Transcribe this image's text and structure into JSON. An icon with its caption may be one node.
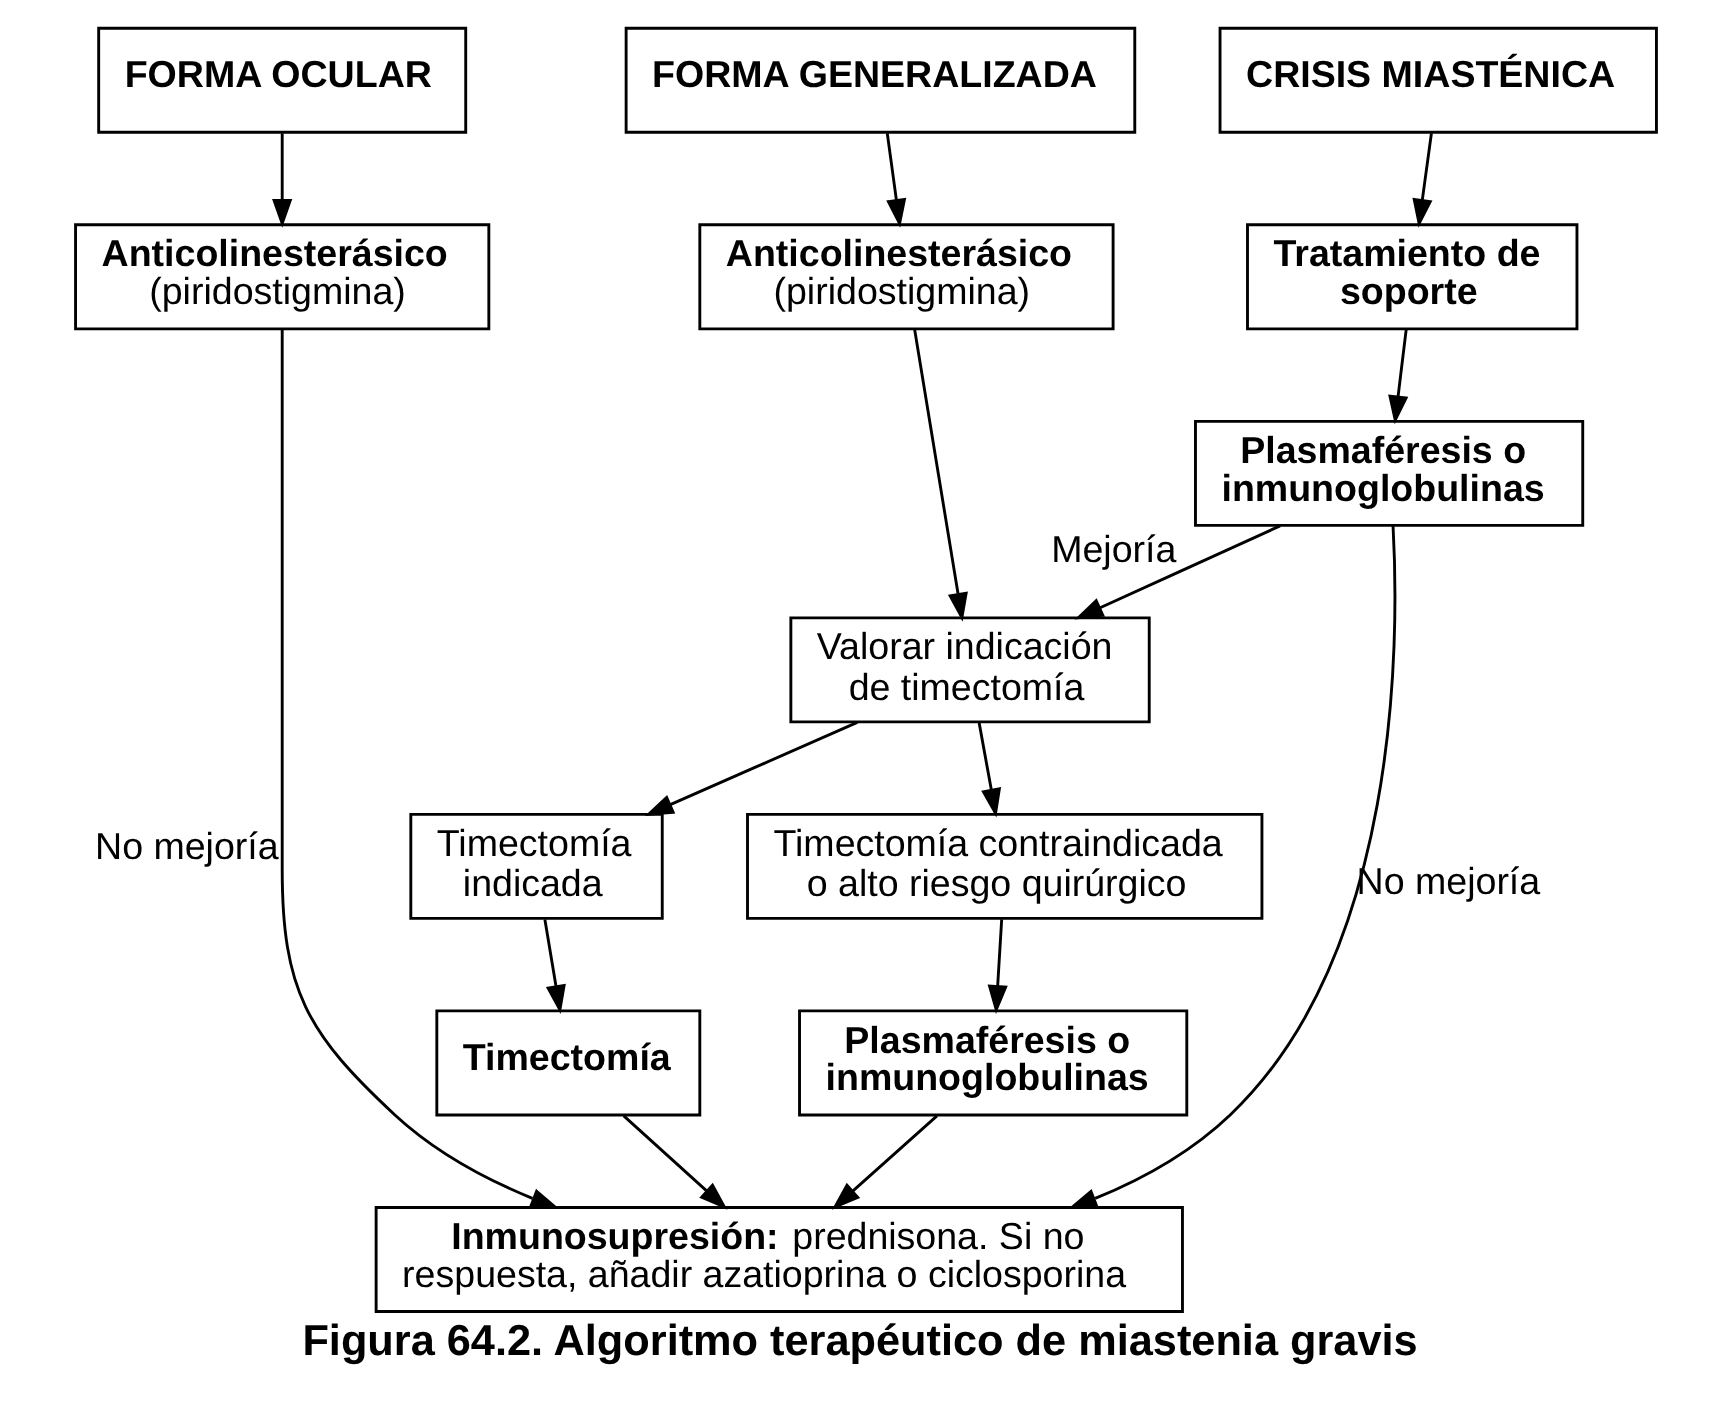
{
  "diagram": {
    "caption": "Figura 64.2. Algoritmo terapéutico de miastenia gravis",
    "nodes": [
      {
        "text": [
          "FORMA OCULAR"
        ]
      },
      {
        "text": [
          "FORMA GENERALIZADA"
        ]
      },
      {
        "text": [
          "CRISIS MIASTÉNICA"
        ]
      },
      {
        "text": [
          "Anticolinesterásico",
          "(piridostigmina)"
        ]
      },
      {
        "text": [
          "Anticolinesterásico",
          "(piridostigmina)"
        ]
      },
      {
        "text": [
          "Tratamiento de soporte"
        ]
      },
      {
        "text": [
          "Plasmaféresis o inmunoglobulinas"
        ]
      },
      {
        "text": [
          "Valorar indicación de timectomía"
        ]
      },
      {
        "text": [
          "Timectomía indicada"
        ]
      },
      {
        "text": [
          "Timectomía contraindicada o alto riesgo quirúrgico"
        ]
      },
      {
        "text": [
          "Timectomía"
        ]
      },
      {
        "text": [
          "Plasmaféresis o inmunoglobulinas"
        ]
      },
      {
        "text": [
          "**Inmunosupresión:** prednisona. Si no respuesta, añadir azatioprina o ciclosporina"
        ]
      }
    ],
    "edges": [
      {
        "from": 0,
        "to": 3,
        "arrow": "to"
      },
      {
        "from": 1,
        "to": 4,
        "arrow": "to"
      },
      {
        "from": 2,
        "to": 5,
        "arrow": "to"
      },
      {
        "from": 5,
        "to": 6,
        "arrow": "to"
      },
      {
        "from": 4,
        "to": 7,
        "arrow": "to"
      },
      {
        "from": 6,
        "to": 7,
        "arrow": "to",
        "label": "Mejoría"
      },
      {
        "from": 7,
        "to": 8,
        "arrow": "to"
      },
      {
        "from": 7,
        "to": 9,
        "arrow": "to"
      },
      {
        "from": 8,
        "to": 10,
        "arrow": "to"
      },
      {
        "from": 9,
        "to": 11,
        "arrow": "to"
      },
      {
        "from": 3,
        "to": 12,
        "arrow": "to",
        "label": "No mejoría"
      },
      {
        "from": 10,
        "to": 12,
        "arrow": "to"
      },
      {
        "from": 11,
        "to": 12,
        "arrow": "to"
      },
      {
        "from": 6,
        "to": 12,
        "arrow": "to",
        "label": "No mejoría"
      }
    ]
  }
}
